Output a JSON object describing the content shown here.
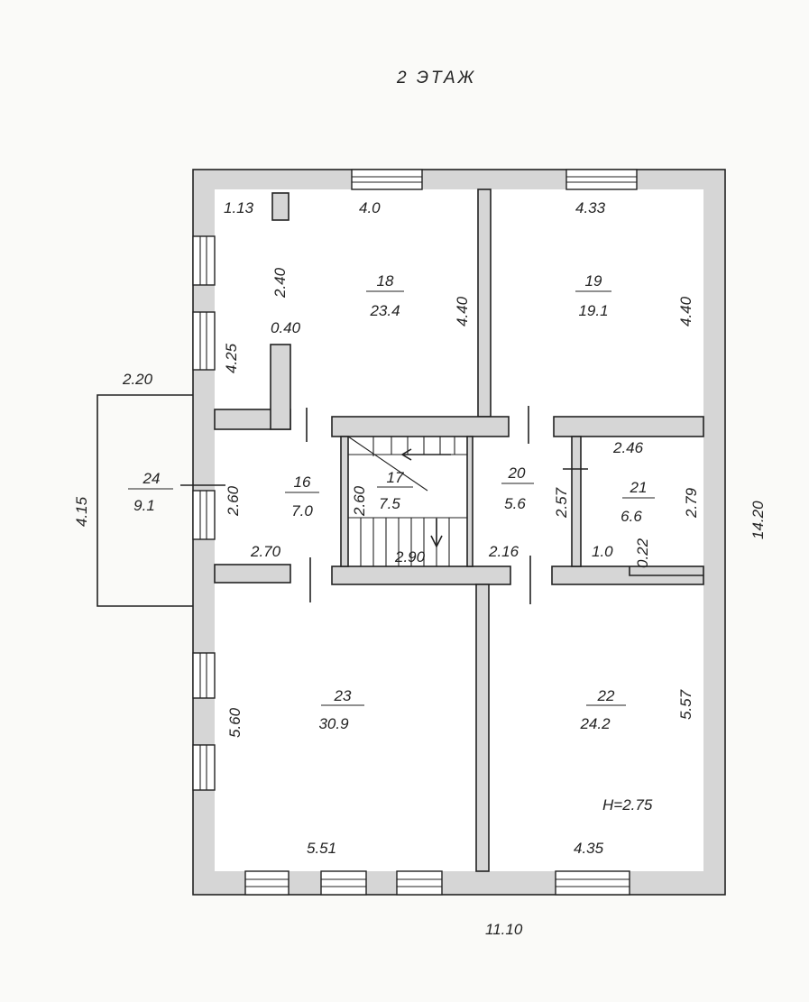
{
  "floor_title": "2 ЭТАЖ",
  "rooms": [
    {
      "number": "18",
      "area": "23.4"
    },
    {
      "number": "19",
      "area": "19.1"
    },
    {
      "number": "16",
      "area": "7.0"
    },
    {
      "number": "17",
      "area": "7.5"
    },
    {
      "number": "20",
      "area": "5.6"
    },
    {
      "number": "21",
      "area": "6.6"
    },
    {
      "number": "23",
      "area": "30.9"
    },
    {
      "number": "22",
      "area": "24.2"
    },
    {
      "number": "24",
      "area": "9.1"
    }
  ],
  "dimensions": {
    "d_1_13": "1.13",
    "d_4_0": "4.0",
    "d_4_33": "4.33",
    "d_2_40": "2.40",
    "d_4_40a": "4.40",
    "d_4_40b": "4.40",
    "d_0_40": "0.40",
    "d_4_25": "4.25",
    "d_2_20": "2.20",
    "d_4_15": "4.15",
    "d_2_46": "2.46",
    "d_2_60a": "2.60",
    "d_2_60b": "2.60",
    "d_2_57": "2.57",
    "d_2_79": "2.79",
    "d_14_20": "14.20",
    "d_2_70": "2.70",
    "d_2_90": "2.90",
    "d_2_16": "2.16",
    "d_1_0": "1.0",
    "d_0_22": "0.22",
    "d_5_60": "5.60",
    "d_5_57": "5.57",
    "d_5_51": "5.51",
    "d_4_35": "4.35",
    "d_11_10": "11.10"
  },
  "ceiling_height": "H=2.75"
}
